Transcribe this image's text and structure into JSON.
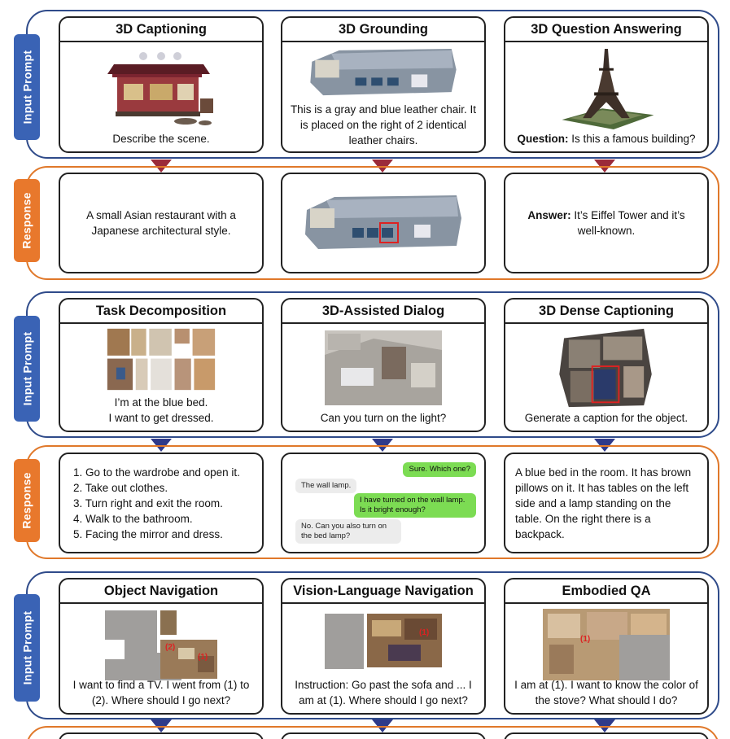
{
  "tags": {
    "input": "Input Prompt",
    "response": "Response"
  },
  "row1": {
    "cards": [
      {
        "title": "3D Captioning",
        "caption": "Describe the scene."
      },
      {
        "title": "3D Grounding",
        "caption": "This is a gray and blue leather chair. It is placed on the right of 2 identical leather chairs."
      },
      {
        "title": "3D Question Answering",
        "caption_bold": "Question:",
        "caption": " Is this a famous building?"
      }
    ],
    "responses": [
      {
        "text": "A small Asian restaurant with a Japanese architectural style."
      },
      {
        "text": ""
      },
      {
        "bold": "Answer:",
        "text": " It’s Eiffel Tower and it’s well-known."
      }
    ]
  },
  "row2": {
    "cards": [
      {
        "title": "Task Decomposition",
        "caption_l1": "I’m at the blue bed.",
        "caption_l2": "I want to get dressed."
      },
      {
        "title": "3D-Assisted Dialog",
        "caption": "Can you turn on the light?"
      },
      {
        "title": "3D Dense Captioning",
        "caption": "Generate a caption for the object."
      }
    ],
    "steps": [
      "1. Go to the wardrobe and open it.",
      "2. Take out clothes.",
      "3. Turn right and exit the room.",
      "4. Walk to the bathroom.",
      "5. Facing the mirror and dress."
    ],
    "dialog": {
      "b1": "Sure. Which one?",
      "b2": "The wall lamp.",
      "b3": "I have turned on the wall lamp. Is it bright enough?",
      "b4": "No. Can you also turn on the bed lamp?"
    },
    "dense_caption": "A blue bed in the room. It has brown pillows on it. It has tables on the left side and a lamp standing on the table. On the right there is a backpack."
  },
  "row3": {
    "cards": [
      {
        "title": "Object Navigation",
        "caption": "I want to find a TV. I went from (1) to (2). Where should I go next?",
        "m1": "(1)",
        "m2": "(2)"
      },
      {
        "title": "Vision-Language Navigation",
        "caption": "Instruction: Go past the sofa and ... I am at (1). Where should I go next?",
        "m1": "(1)"
      },
      {
        "title": "Embodied QA",
        "caption": "I am at (1). I want to know the color of the stove? What should I do?",
        "m1": "(1)"
      }
    ]
  }
}
